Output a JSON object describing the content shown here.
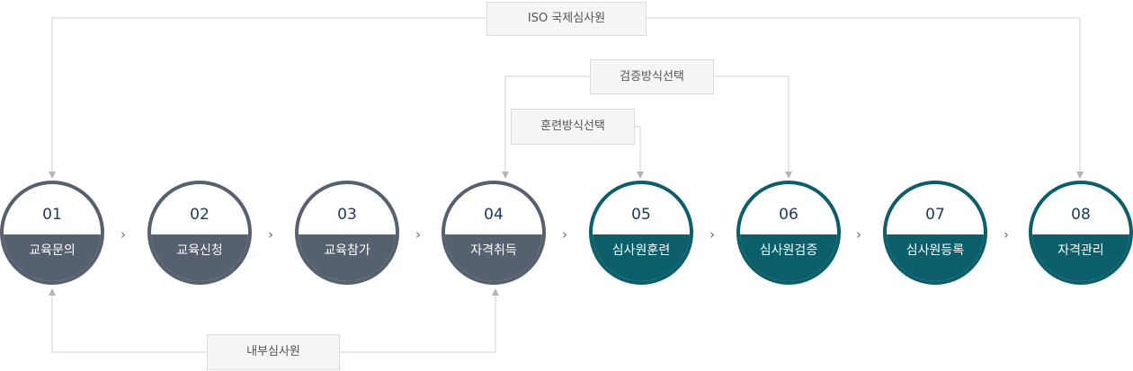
{
  "steps": [
    {
      "num": "01",
      "label": "교육문의",
      "theme": "gray"
    },
    {
      "num": "02",
      "label": "교육신청",
      "theme": "gray"
    },
    {
      "num": "03",
      "label": "교육참가",
      "theme": "gray"
    },
    {
      "num": "04",
      "label": "자격취득",
      "theme": "gray"
    },
    {
      "num": "05",
      "label": "심사원훈련",
      "theme": "teal"
    },
    {
      "num": "06",
      "label": "심사원검증",
      "theme": "teal"
    },
    {
      "num": "07",
      "label": "심사원등록",
      "theme": "teal"
    },
    {
      "num": "08",
      "label": "자격관리",
      "theme": "teal"
    }
  ],
  "paths": {
    "iso": "ISO 국제심사원",
    "verify": "검증방식선택",
    "training": "훈련방식선택",
    "internal": "내부심사원"
  },
  "separator_glyph": "›",
  "colors": {
    "gray": "#56606f",
    "teal": "#0c5f6a",
    "number": "#1d3a63",
    "connector": "#cfcfcf"
  }
}
